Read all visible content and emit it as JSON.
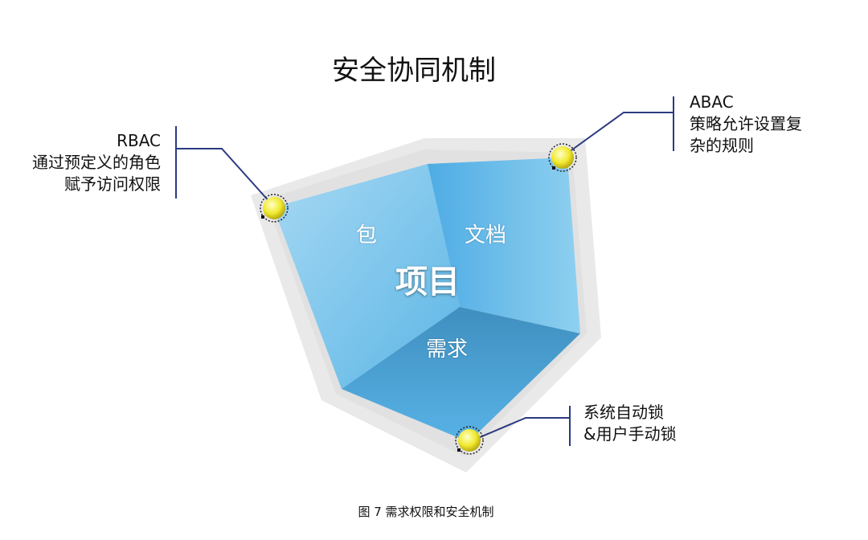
{
  "title": "安全协同机制",
  "center_label": "项目",
  "faces": {
    "left": "包",
    "right": "文档",
    "bottom": "需求"
  },
  "annotations": {
    "left": {
      "line1": "RBAC",
      "line2": "通过预定义的角色",
      "line3": "赋予访问权限"
    },
    "right": {
      "line1": "ABAC",
      "line2": "策略允许设置复",
      "line3": "杂的规则"
    },
    "bottom": {
      "line1": "系统自动锁",
      "line2": "&用户手动锁"
    }
  },
  "caption": "图 7  需求权限和安全机制",
  "colors": {
    "face_left": "#8ccbef",
    "face_right": "#6fbde9",
    "face_bottom": "#4fa6d8",
    "frame": "#e9e9e9",
    "connector": "#2b3a80",
    "node": "#f3ee3a"
  }
}
